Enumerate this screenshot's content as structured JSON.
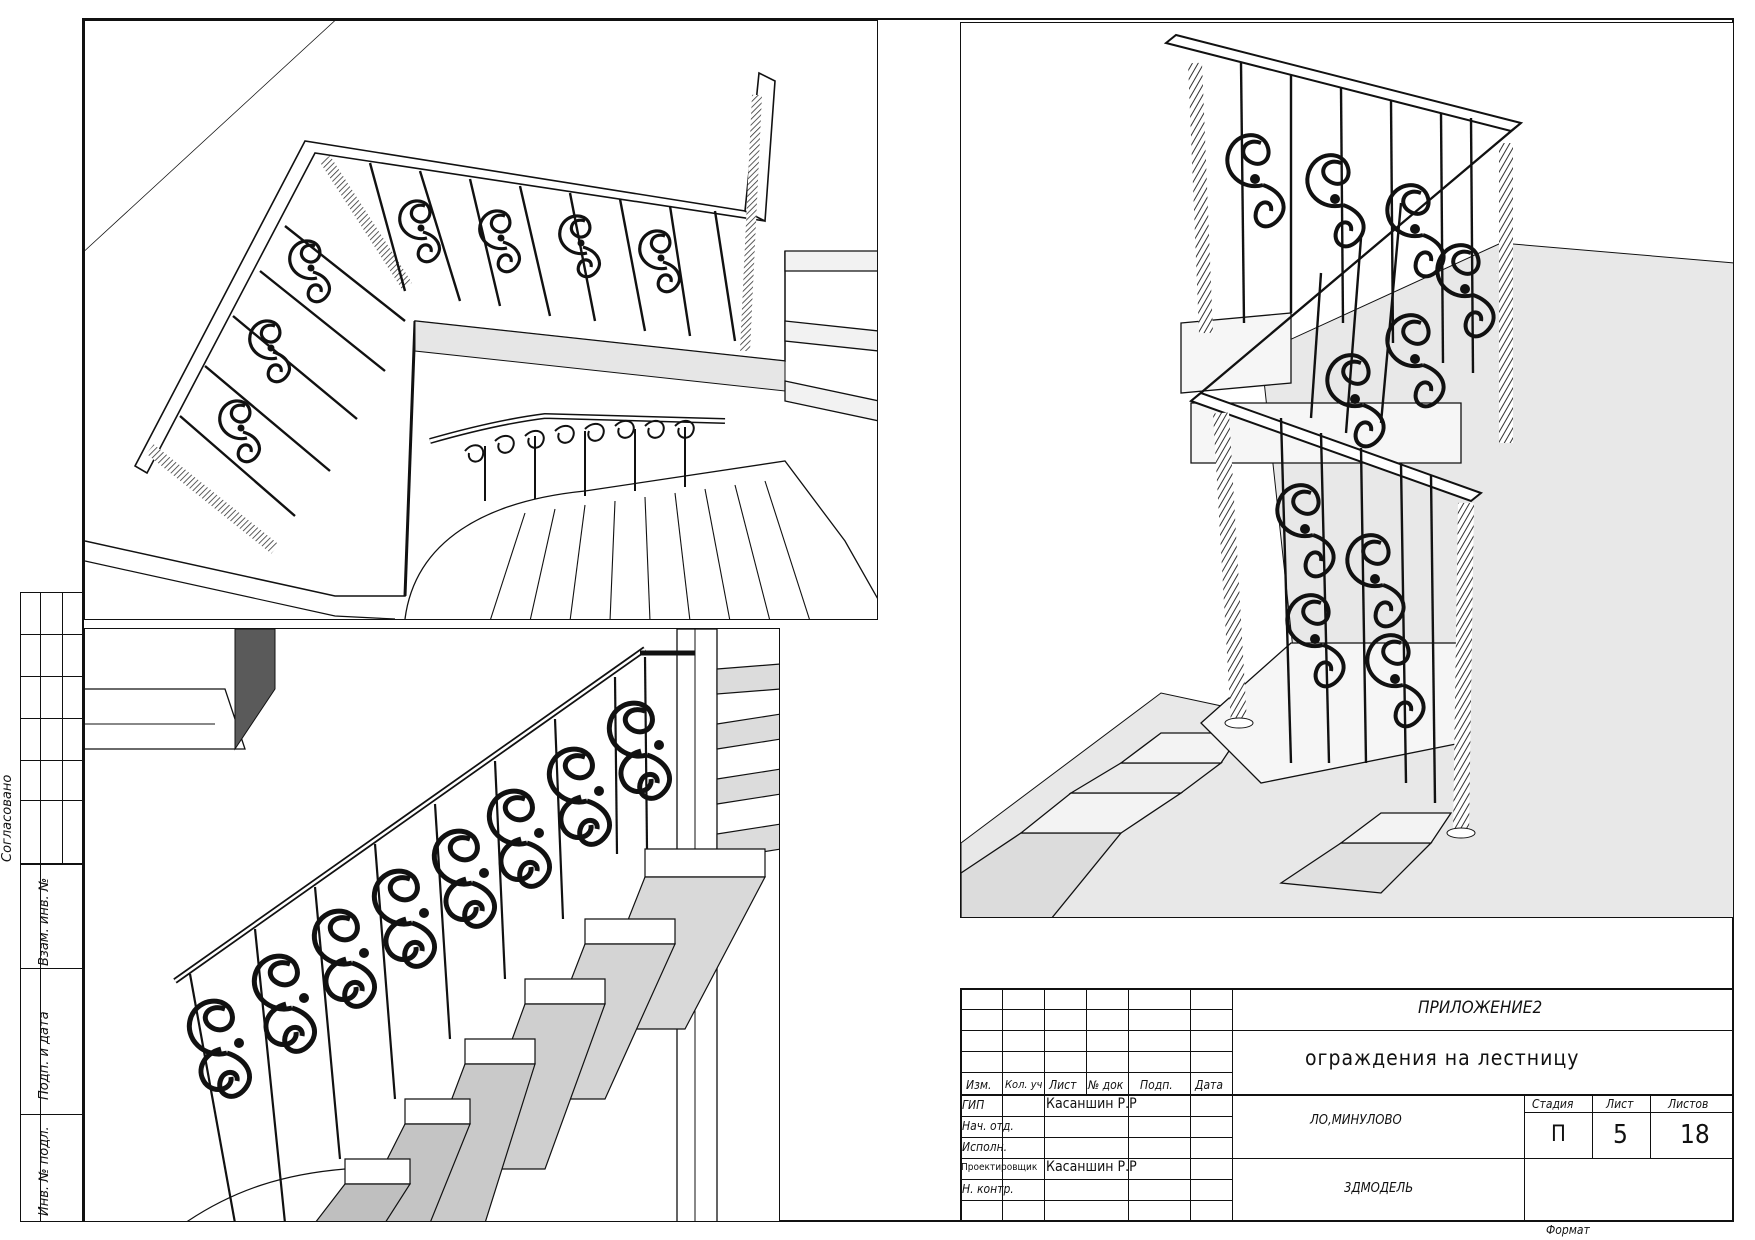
{
  "side_stamp": {
    "agreed": "Согласовано",
    "replaced_inv": "Взам. инв. №",
    "sign_date": "Подп. и дата",
    "inv_orig": "Инв. № подл."
  },
  "title_block": {
    "appendix": "ПРИЛОЖЕНИЕ2",
    "drawing_title": "ограждения на лестницу",
    "location": "ЛО,МИНУЛОВО",
    "sheet_title": "3ДМОДЕЛЬ",
    "format_label": "Формат",
    "headers": {
      "izm": "Изм.",
      "kol_uch": "Кол. уч",
      "list": "Лист",
      "doc_no": "№ док",
      "sign": "Подп.",
      "date": "Дата"
    },
    "roles": [
      {
        "role": "ГИП",
        "name": "Касаншин Р.Р"
      },
      {
        "role": "Нач. отд.",
        "name": ""
      },
      {
        "role": "Исполн.",
        "name": ""
      },
      {
        "role": "Проектировщик",
        "name": "Касаншин Р.Р"
      },
      {
        "role": "Н. контр.",
        "name": ""
      }
    ],
    "stage_label": "Стадия",
    "sheet_label": "Лист",
    "sheets_label": "Листов",
    "stage": "П",
    "sheet": "5",
    "sheets": "18"
  },
  "views": {
    "top_left": "3d-view-landing-railing-top",
    "bottom_left": "3d-view-stair-railing-side",
    "right": "3d-view-corner-railing"
  }
}
